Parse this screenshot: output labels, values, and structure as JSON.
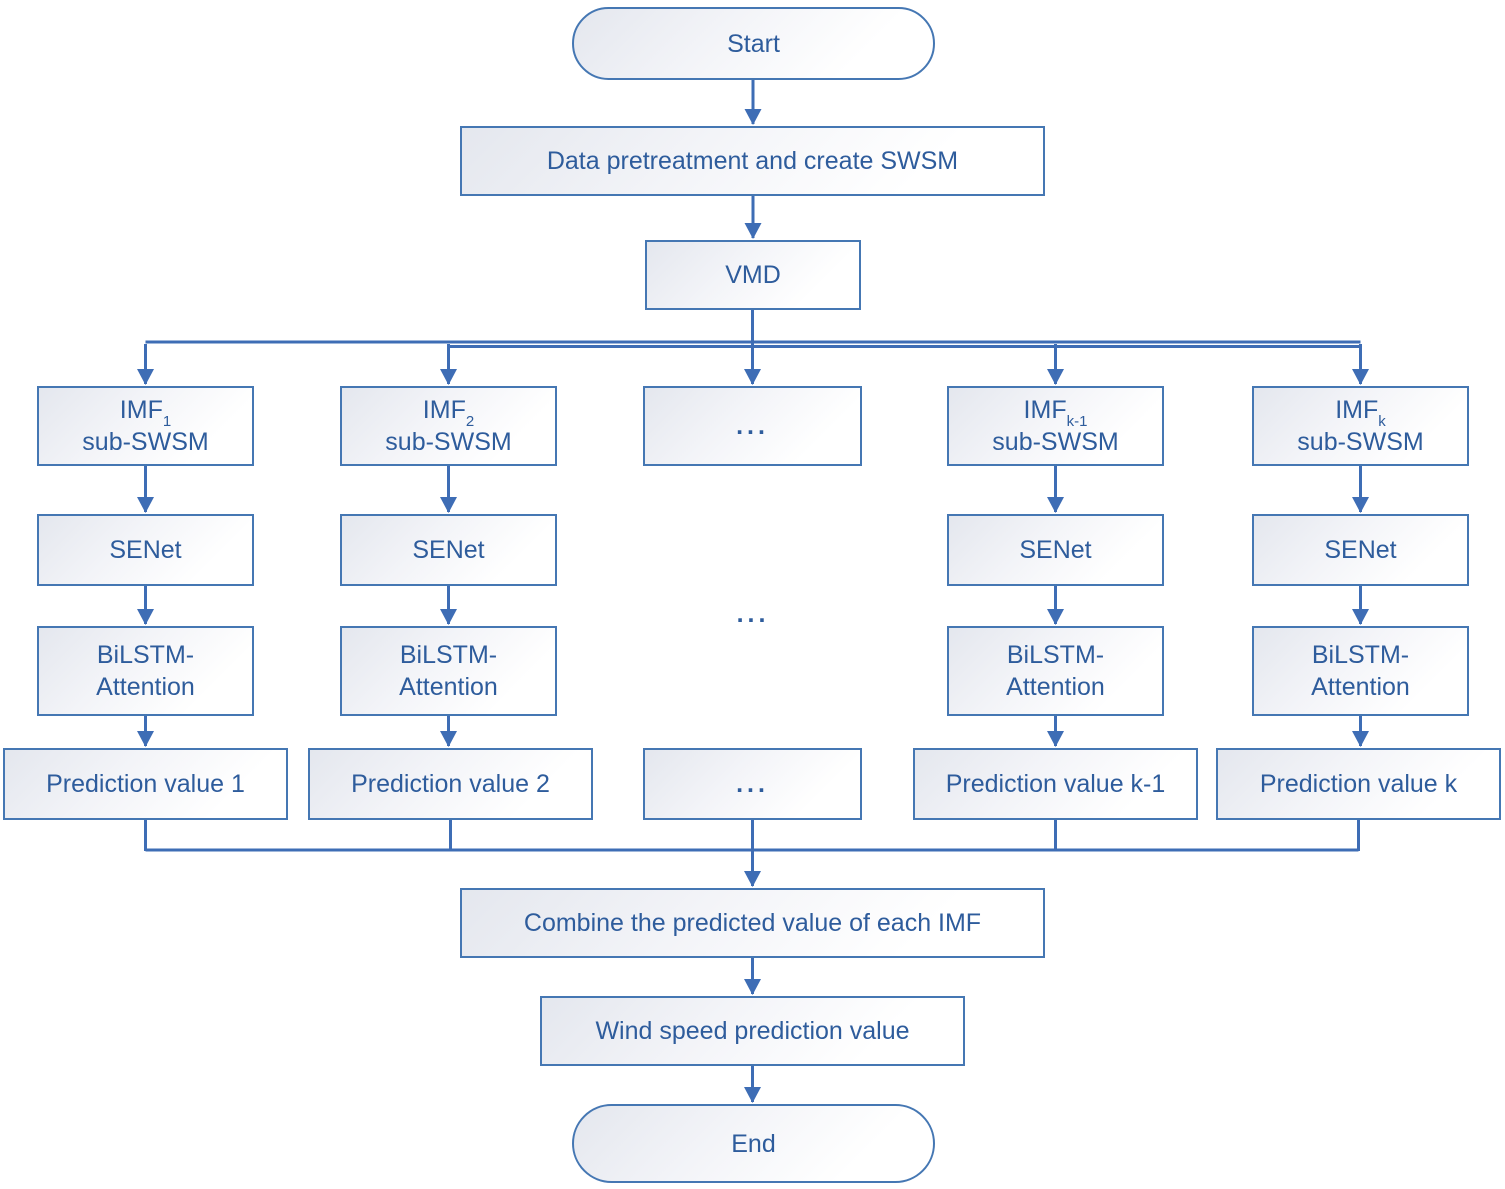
{
  "diagram": {
    "type": "flowchart",
    "colors": {
      "line_and_arrow": "#3e6db5",
      "box_border": "#4577b3",
      "text": "#2e5c9c",
      "box_fill_top": "#e4e7ee",
      "box_fill_bottom": "#ffffff",
      "background": "#ffffff"
    },
    "nodes": {
      "start": "Start",
      "pretreatment": "Data pretreatment and create SWSM",
      "vmd": "VMD",
      "ellipsis_row1_box": "...",
      "ellipsis_mid": "...",
      "ellipsis_row4_box": "...",
      "combine": "Combine the predicted value of each IMF",
      "wind": "Wind speed prediction value",
      "end": "End"
    },
    "columns": [
      {
        "imf_main": "IMF",
        "imf_sub": "1",
        "imf_line2": "sub-SWSM",
        "senet": "SENet",
        "bilstm_line1": "BiLSTM-",
        "bilstm_line2": "Attention",
        "prediction": "Prediction value 1"
      },
      {
        "imf_main": "IMF",
        "imf_sub": "2",
        "imf_line2": "sub-SWSM",
        "senet": "SENet",
        "bilstm_line1": "BiLSTM-",
        "bilstm_line2": "Attention",
        "prediction": "Prediction value 2"
      },
      {
        "imf_main": "IMF",
        "imf_sub": "k-1",
        "imf_line2": "sub-SWSM",
        "senet": "SENet",
        "bilstm_line1": "BiLSTM-",
        "bilstm_line2": "Attention",
        "prediction": "Prediction value k-1"
      },
      {
        "imf_main": "IMF",
        "imf_sub": "k",
        "imf_line2": "sub-SWSM",
        "senet": "SENet",
        "bilstm_line1": "BiLSTM-",
        "bilstm_line2": "Attention",
        "prediction": "Prediction value k"
      }
    ]
  }
}
